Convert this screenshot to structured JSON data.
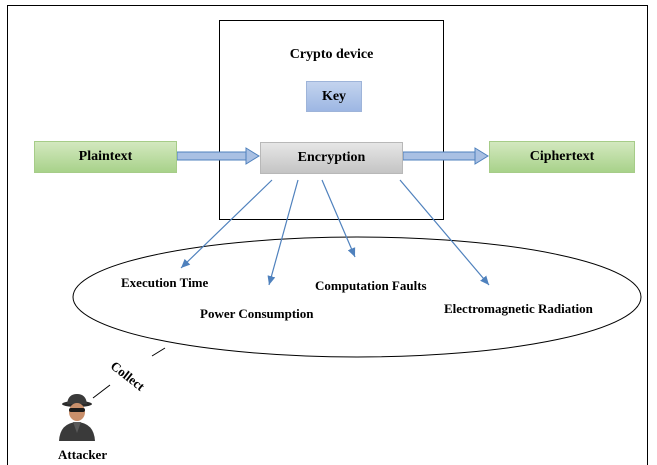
{
  "diagram": {
    "device_title": "Crypto device",
    "key_label": "Key",
    "encryption_label": "Encryption",
    "plaintext_label": "Plaintext",
    "ciphertext_label": "Ciphertext",
    "leakages": {
      "execution_time": "Execution Time",
      "power_consumption": "Power Consumption",
      "computation_faults": "Computation Faults",
      "electromagnetic_radiation": "Electromagnetic Radiation"
    },
    "collect_label": "Collect",
    "attacker_label": "Attacker",
    "colors": {
      "green_box": "#a8d28a",
      "key_box": "#9db7e3",
      "encryption_box": "#c4c4c4",
      "arrow_blue": "#4f81bd"
    }
  }
}
